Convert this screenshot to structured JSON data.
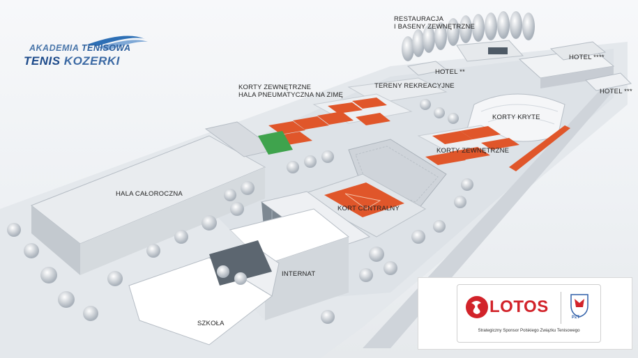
{
  "logo": {
    "line1_a": "AKADEMIA",
    "line1_b": "TENISOWA",
    "line2_a": "TENIS",
    "line2_b": "KOZERKI"
  },
  "labels": {
    "restauracja": "RESTAURACJA",
    "baseny": "I BASENY ZEWNĘTRZNE",
    "hotel4": "HOTEL ****",
    "hotel3": "HOTEL ***",
    "hotel2": "HOTEL **",
    "tereny": "TERENY REKREACYJNE",
    "korty_zew_1_a": "KORTY ZEWNĘTRZNE",
    "korty_zew_1_b": "HALA PNEUMATYCZNA NA ZIMĘ",
    "korty_kryte": "KORTY KRYTE",
    "korty_zew_2": "KORTY ZEWNĘTRZNE",
    "hala": "HALA CAŁOROCZNA",
    "kort_centralny": "KORT CENTRALNY",
    "internat": "INTERNAT",
    "szkola": "SZKOŁA"
  },
  "sponsor": {
    "brand": "LOTOS",
    "partner": "PZT",
    "caption": "Strategiczny Sponsor Polskiego Związku Tenisowego"
  },
  "colors": {
    "court_orange": "#e0562a",
    "court_line": "#f4c2a8",
    "building": "#e9ecef",
    "building_shade": "#c9ced4",
    "grass_green": "#3fa34d",
    "lotos_red": "#d2232a",
    "brand_blue": "#1f4f8f",
    "pzt_blue": "#2f5fa8"
  }
}
